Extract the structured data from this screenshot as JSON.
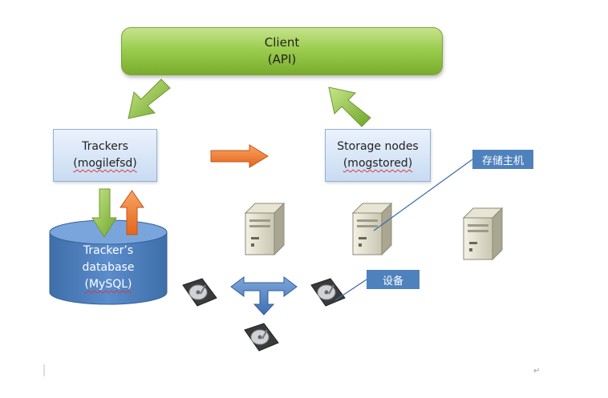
{
  "client": {
    "line1": "Client",
    "line2": "(API)"
  },
  "trackers": {
    "line1": "Trackers",
    "line2": "(mogilefsd)"
  },
  "storage": {
    "line1": "Storage nodes",
    "line2": "(mogstored)"
  },
  "database": {
    "line1": "Tracker’s",
    "line2": "database",
    "line3": "(MySQL)"
  },
  "callouts": {
    "host": "存储主机",
    "device": "设备"
  },
  "return_mark": "↵",
  "colors": {
    "client_green": "#9ccd4f",
    "arrow_green": "#8cc63f",
    "arrow_orange": "#f07a2c",
    "database_blue": "#4f81bd",
    "callout_blue": "#4f81bd",
    "node_box": "#dbe7f7"
  }
}
